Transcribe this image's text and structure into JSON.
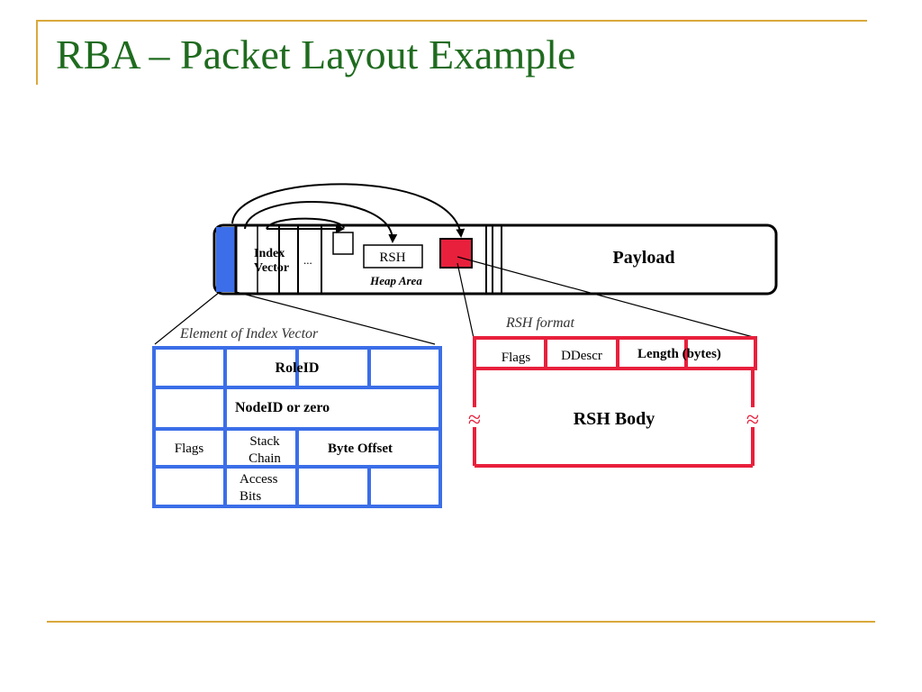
{
  "slide": {
    "title": "RBA – Packet Layout Example"
  },
  "packet": {
    "index_vector_line1": "Index",
    "index_vector_line2": "Vector",
    "ellipsis": "...",
    "rsh_label": "RSH",
    "heap_area_label": "Heap Area",
    "payload_label": "Payload"
  },
  "index_vector_element": {
    "caption": "Element of Index Vector",
    "row1_field": "RoleID",
    "row2_field": "NodeID or zero",
    "row3_flags": "Flags",
    "row3_stack_line1": "Stack",
    "row3_stack_line2": "Chain",
    "row3_byte_offset": "Byte Offset",
    "row4_access_line1": "Access",
    "row4_access_line2": "Bits"
  },
  "rsh_format": {
    "caption": "RSH format",
    "flags": "Flags",
    "ddescr": "DDescr",
    "length": "Length (bytes)",
    "body": "RSH Body",
    "break_symbol": "≈"
  },
  "colors": {
    "title": "#1f6b1f",
    "rule": "#d9a93b",
    "blue": "#3b6ee8",
    "red": "#e8203c"
  }
}
